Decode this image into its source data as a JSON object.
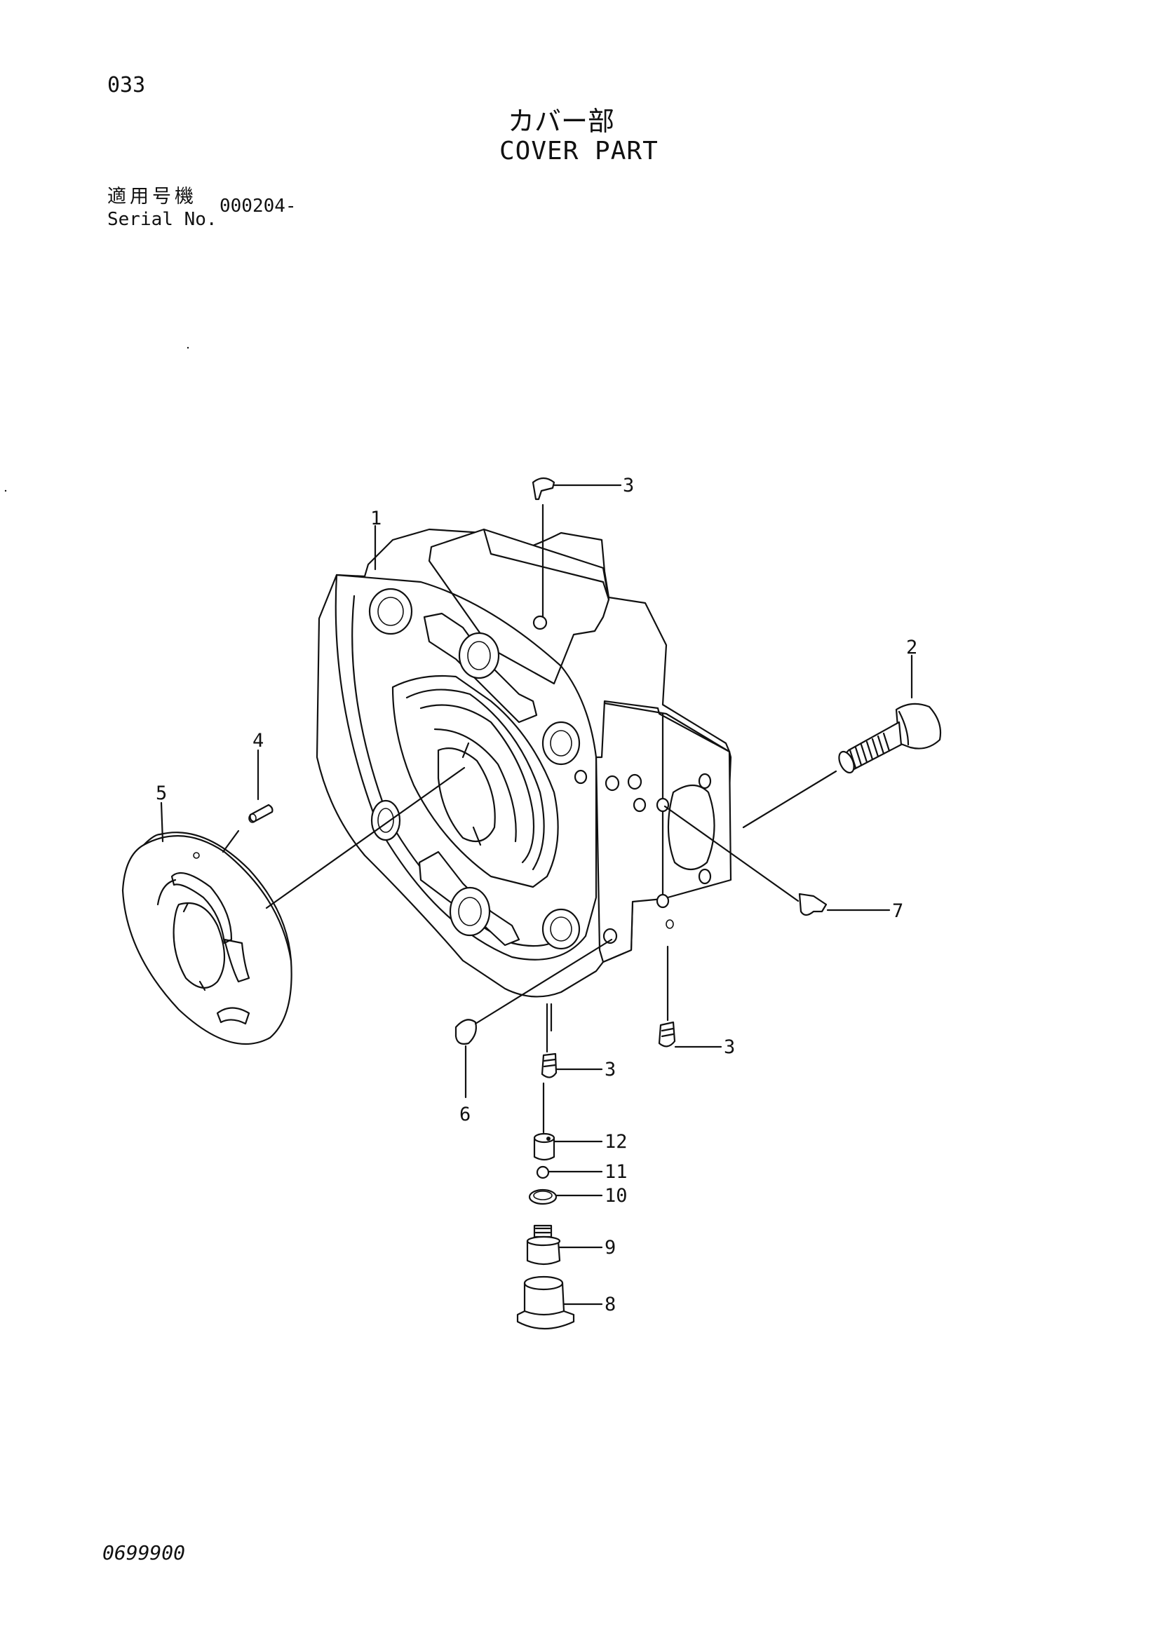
{
  "header": {
    "page_number": "033",
    "title_jp": "カバー部",
    "title_en": "COVER PART",
    "serial_label_jp": "適用号機",
    "serial_label_en": "Serial No.",
    "serial_value": "000204-"
  },
  "footer": {
    "drawing_code": "0699900"
  },
  "callouts": {
    "c1": "1",
    "c2": "2",
    "c3a": "3",
    "c3b": "3",
    "c3c": "3",
    "c4": "4",
    "c5": "5",
    "c6": "6",
    "c7": "7",
    "c8": "8",
    "c9": "9",
    "c10": "10",
    "c11": "11",
    "c12": "12"
  }
}
